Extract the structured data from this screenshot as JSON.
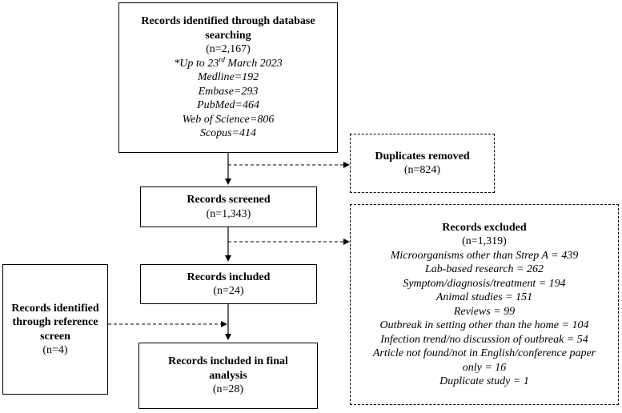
{
  "identified": {
    "title": "Records identified through database searching",
    "count": "(n=2,167)",
    "date_prefix": "*Up to 23",
    "date_sup": "rd",
    "date_suffix": " March 2023",
    "sources": [
      "Medline=192",
      "Embase=293",
      "PubMed=464",
      "Web of Science=806",
      "Scopus=414"
    ]
  },
  "duplicates": {
    "title": "Duplicates removed",
    "count": "(n=824)"
  },
  "screened": {
    "title": "Records screened",
    "count": "(n=1,343)"
  },
  "excluded": {
    "title": "Records excluded",
    "count": "(n=1,319)",
    "reasons": [
      "Microorganisms other than Strep A = 439",
      "Lab-based research = 262",
      "Symptom/diagnosis/treatment = 194",
      "Animal studies = 151",
      "Reviews = 99",
      "Outbreak in setting other than the home = 104",
      "Infection trend/no discussion of outbreak = 54",
      "Article not found/not in English/conference paper",
      "only = 16",
      "Duplicate study = 1"
    ]
  },
  "included": {
    "title": "Records included",
    "count": "(n=24)"
  },
  "reference": {
    "title_lines": [
      "Records identified",
      "through reference",
      "screen"
    ],
    "count": "(n=4)"
  },
  "final": {
    "title_lines": [
      "Records included in final",
      "analysis"
    ],
    "count": "(n=28)"
  }
}
